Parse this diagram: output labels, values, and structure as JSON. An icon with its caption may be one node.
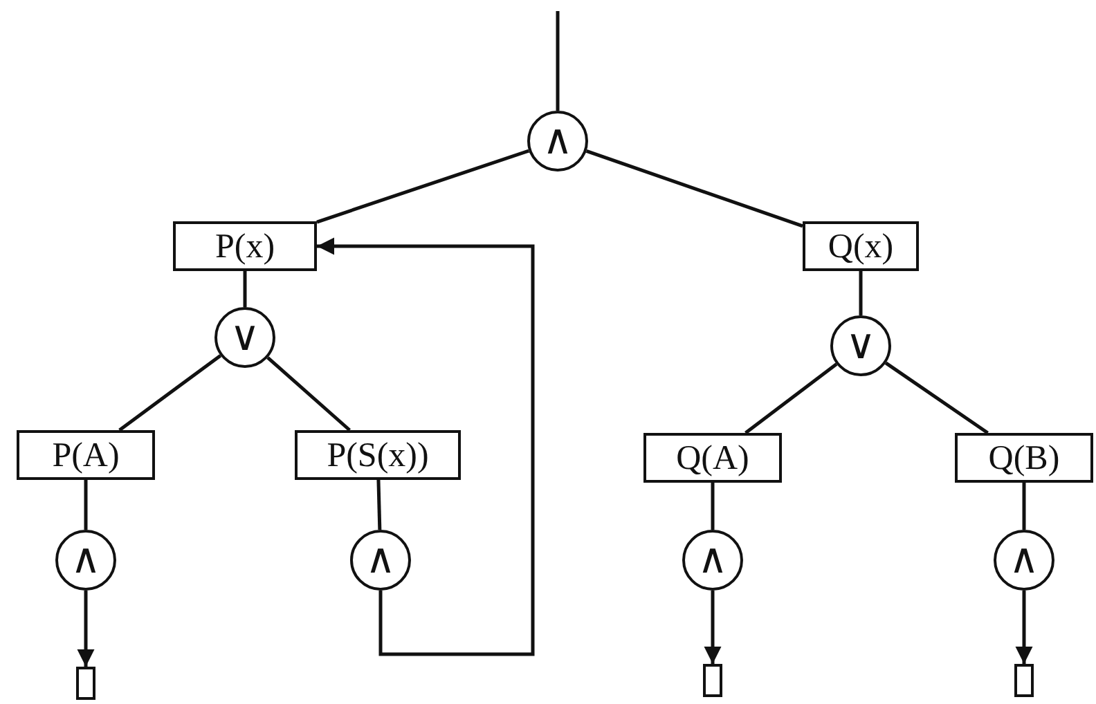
{
  "diagram": {
    "nodes": [
      {
        "text": [
          "∧"
        ]
      },
      {
        "text": [
          "P(x)"
        ]
      },
      {
        "text": [
          "Q(x)"
        ]
      },
      {
        "text": [
          "∨"
        ]
      },
      {
        "text": [
          "∨"
        ]
      },
      {
        "text": [
          "P(A)"
        ]
      },
      {
        "text": [
          "P(S(x))"
        ]
      },
      {
        "text": [
          "Q(A)"
        ]
      },
      {
        "text": [
          "Q(B)"
        ]
      },
      {
        "text": [
          "∧"
        ]
      },
      {
        "text": [
          "∧"
        ]
      },
      {
        "text": [
          "∧"
        ]
      },
      {
        "text": [
          "∧"
        ]
      },
      {
        "text": [],
        "shape": "box"
      },
      {
        "text": [],
        "shape": "box"
      },
      {
        "text": [],
        "shape": "box"
      }
    ],
    "edges": [
      {
        "from": null,
        "to": 0,
        "arrow": "none"
      },
      {
        "from": 0,
        "to": 1,
        "arrow": "none"
      },
      {
        "from": 0,
        "to": 2,
        "arrow": "none"
      },
      {
        "from": 1,
        "to": 3,
        "arrow": "none"
      },
      {
        "from": 2,
        "to": 4,
        "arrow": "none"
      },
      {
        "from": 3,
        "to": 5,
        "arrow": "none"
      },
      {
        "from": 3,
        "to": 6,
        "arrow": "none"
      },
      {
        "from": 4,
        "to": 7,
        "arrow": "none"
      },
      {
        "from": 4,
        "to": 8,
        "arrow": "none"
      },
      {
        "from": 5,
        "to": 9,
        "arrow": "none"
      },
      {
        "from": 6,
        "to": 10,
        "arrow": "none"
      },
      {
        "from": 7,
        "to": 11,
        "arrow": "none"
      },
      {
        "from": 8,
        "to": 12,
        "arrow": "none"
      },
      {
        "from": 9,
        "to": 13,
        "arrow": "to"
      },
      {
        "from": 11,
        "to": 14,
        "arrow": "to"
      },
      {
        "from": 12,
        "to": 15,
        "arrow": "to"
      },
      {
        "from": 10,
        "to": 1,
        "arrow": "to"
      }
    ]
  }
}
